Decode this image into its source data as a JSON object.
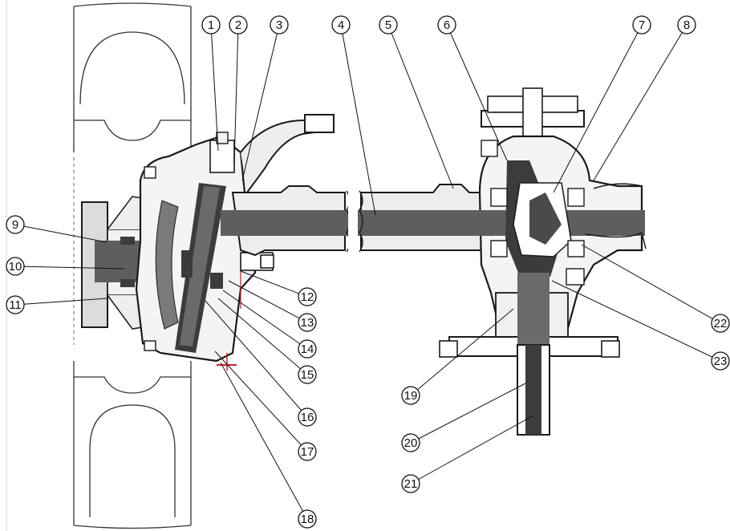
{
  "diagram": {
    "callouts": [
      {
        "num": "1"
      },
      {
        "num": "2"
      },
      {
        "num": "3"
      },
      {
        "num": "4"
      },
      {
        "num": "5"
      },
      {
        "num": "6"
      },
      {
        "num": "7"
      },
      {
        "num": "8"
      },
      {
        "num": "9"
      },
      {
        "num": "10"
      },
      {
        "num": "11"
      },
      {
        "num": "12"
      },
      {
        "num": "13"
      },
      {
        "num": "14"
      },
      {
        "num": "15"
      },
      {
        "num": "16"
      },
      {
        "num": "17"
      },
      {
        "num": "18"
      },
      {
        "num": "19"
      },
      {
        "num": "20"
      },
      {
        "num": "21"
      },
      {
        "num": "22"
      },
      {
        "num": "23"
      }
    ]
  },
  "colors": {
    "paper": "#ffffff",
    "shaft": "#5e5e5e",
    "housing_line": "#1a1a1a",
    "gear_dark": "#3c3c3c",
    "light_fill": "#e8e8e8",
    "accent_red": "#c8202a"
  }
}
